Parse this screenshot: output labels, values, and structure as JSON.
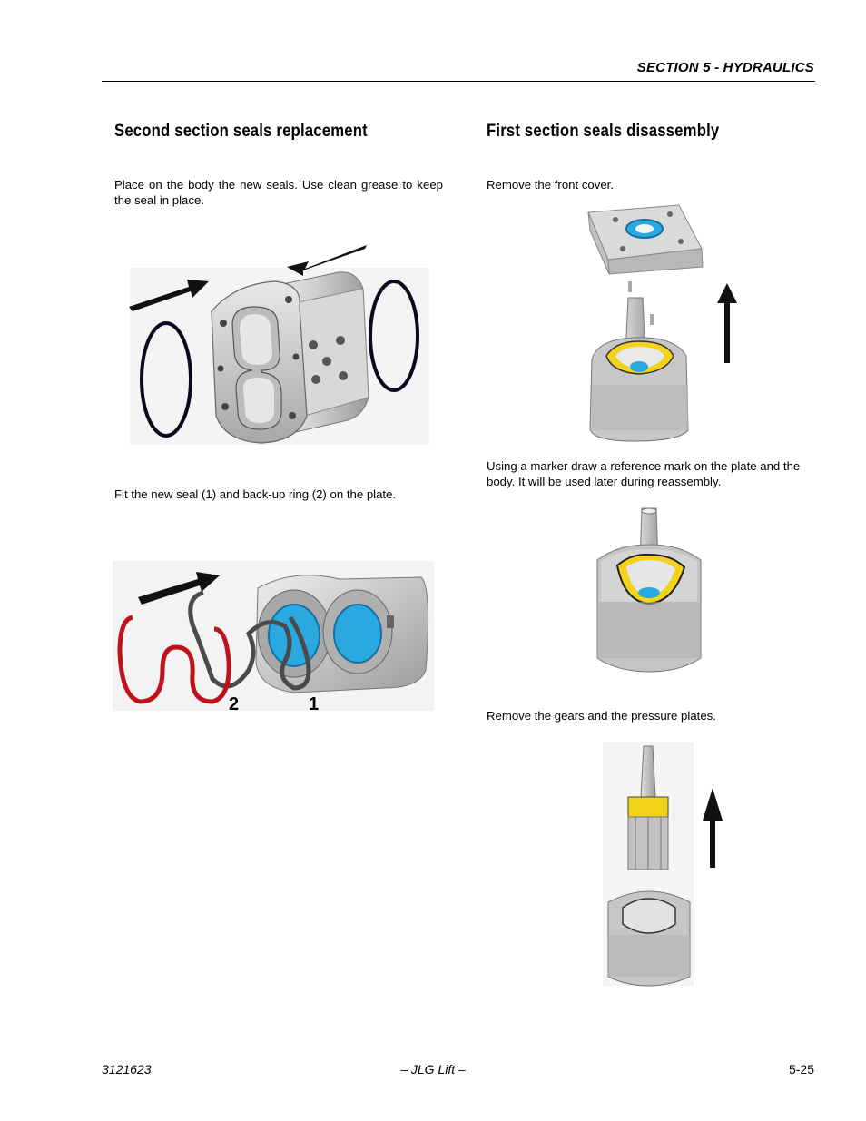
{
  "header": {
    "section_title": "SECTION 5 - HYDRAULICS"
  },
  "left_column": {
    "heading": "Second section seals replacement",
    "paragraph1": "Place on the body the new seals. Use clean grease to keep the seal in place.",
    "paragraph2": "Fit the new seal (1) and back-up ring (2) on the plate.",
    "callouts": {
      "two": "2",
      "one": "1"
    }
  },
  "right_column": {
    "heading": "First section seals disassembly",
    "paragraph1": "Remove the front cover.",
    "paragraph2": "Using a marker draw a reference mark on the plate and the body. It will be used later during reassembly.",
    "paragraph3": "Remove the gears and the pressure plates."
  },
  "footer": {
    "doc_number": "3121623",
    "publisher": "– JLG Lift –",
    "page_number": "5-25"
  },
  "colors": {
    "seal_blue": "#2aa8e0",
    "seal_yellow": "#f2d21a",
    "seal_red": "#c0121a",
    "body_gray": "#c8c8c8"
  }
}
